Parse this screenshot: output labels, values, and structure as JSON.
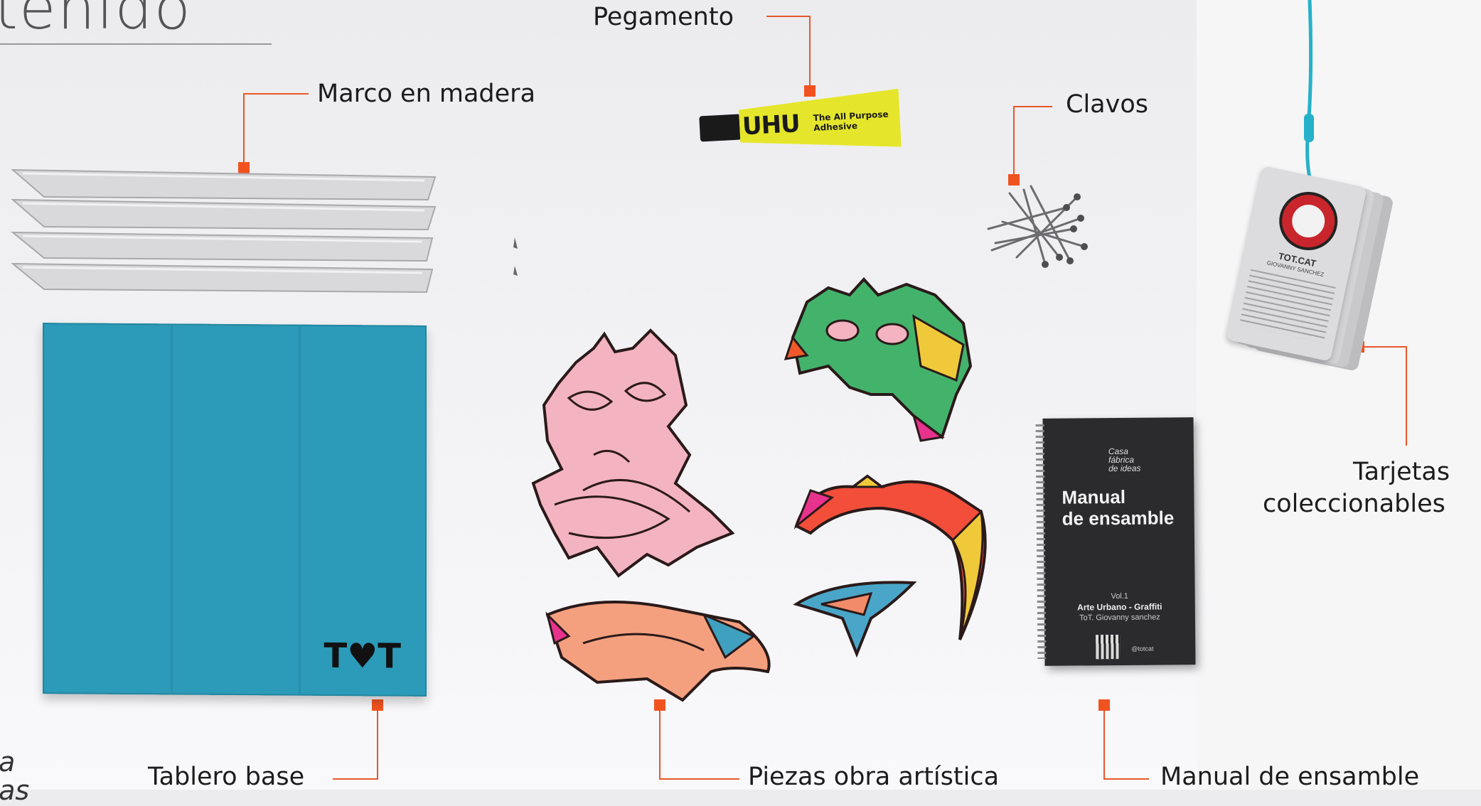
{
  "heading": {
    "partial": "tenido"
  },
  "left_cut": {
    "line1": "a",
    "line2": "bas"
  },
  "labels": {
    "pegamento": "Pegamento",
    "marco": "Marco en madera",
    "clavos": "Clavos",
    "tarjetas_1": "Tarjetas",
    "tarjetas_2": "coleccionables",
    "tablero": "Tablero base",
    "piezas": "Piezas obra artística",
    "manual": "Manual de ensamble"
  },
  "glue_tube": {
    "brand": "UHU",
    "tag1": "The All Purpose",
    "tag2": "Adhesive"
  },
  "board": {
    "logo": "T♥T"
  },
  "manual_book": {
    "publisher_1": "Casa",
    "publisher_2": "fábrica",
    "publisher_3": "de ideas",
    "title_1": "Manual",
    "title_2": "de ensamble",
    "vol": "Vol.1",
    "subject": "Arte Urbano - Graffiti",
    "author": "ToT. Giovanny sanchez",
    "handle": "@totcat"
  },
  "cards": {
    "name": "TOT.CAT",
    "artist": "GIOVANNY SANCHEZ"
  },
  "colors": {
    "accent": "#f0531f",
    "board_blue": "#2a9ab8",
    "glue_yellow": "#e8e82a",
    "manual_dark": "#2b2b2d"
  }
}
